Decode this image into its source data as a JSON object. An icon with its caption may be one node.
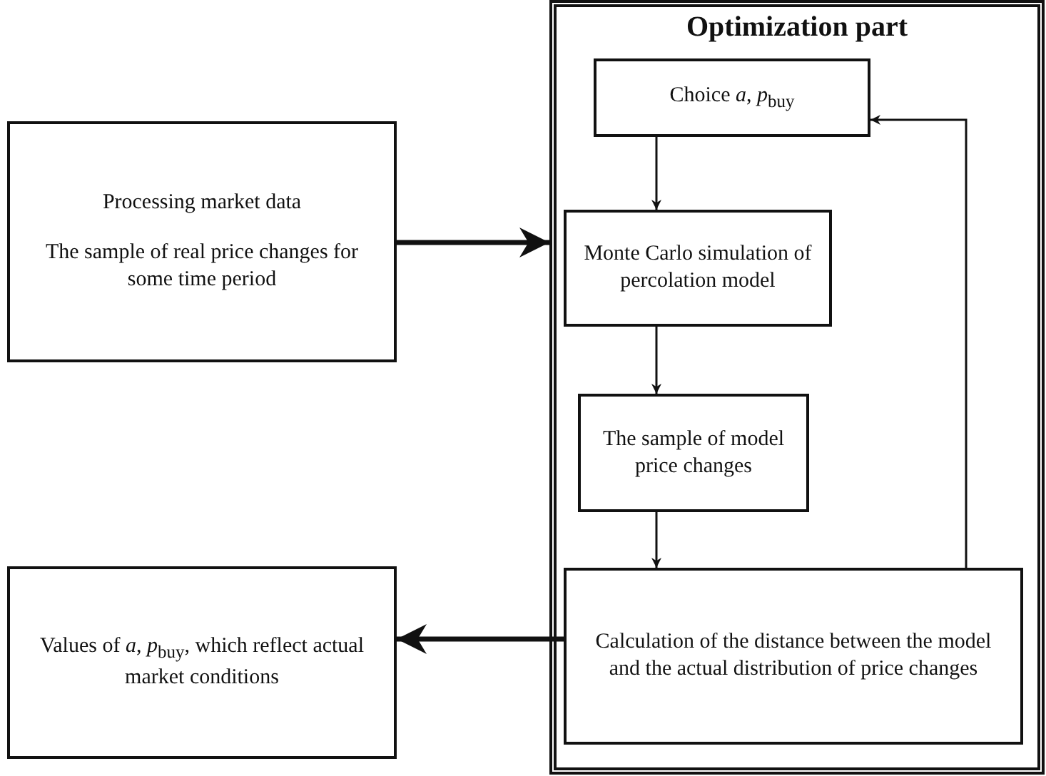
{
  "diagram": {
    "nodes": [
      {
        "text": [
          "Processing market data",
          "The sample of real price changes for some time period"
        ]
      },
      {
        "text": [
          "Optimization part"
        ]
      },
      {
        "text": [
          "Choice *a*, *p*$_{buy}$"
        ],
        "in": 1
      },
      {
        "text": [
          "Monte Carlo simulation of percolation model"
        ],
        "in": 1
      },
      {
        "text": [
          "The sample of model price changes"
        ],
        "in": 1
      },
      {
        "text": [
          "Calculation of the distance between the model and the actual distribution of price changes"
        ],
        "in": 1
      },
      {
        "text": [
          "Values of *a*, *p*$_{buy}$, which reflect actual market conditions"
        ]
      }
    ],
    "edges": [
      {
        "from": 0,
        "to": 1,
        "arrow": "to",
        "style": "thick"
      },
      {
        "from": 2,
        "to": 3,
        "arrow": "to"
      },
      {
        "from": 3,
        "to": 4,
        "arrow": "to"
      },
      {
        "from": 4,
        "to": 5,
        "arrow": "to"
      },
      {
        "from": 5,
        "to": 2,
        "arrow": "to"
      },
      {
        "from": 5,
        "to": 6,
        "arrow": "to",
        "style": "thick"
      }
    ]
  }
}
